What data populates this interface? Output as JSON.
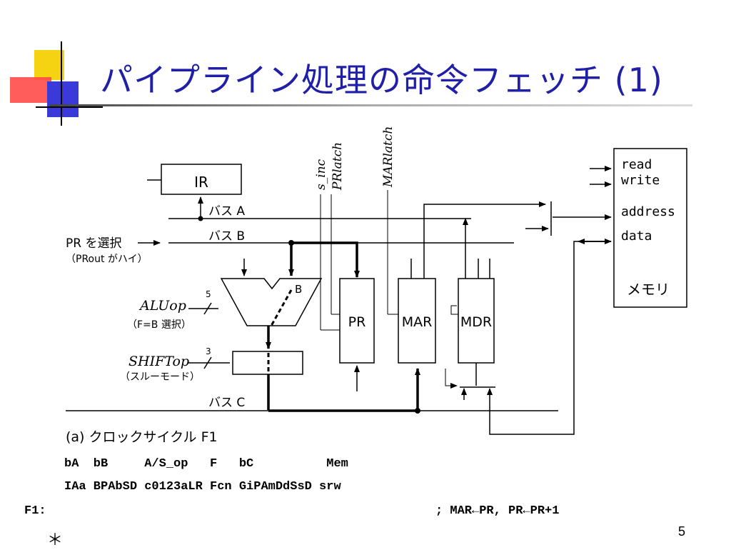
{
  "slide": {
    "title": "パイプライン処理の命令フェッチ (1)",
    "page_number": "5",
    "asterisk": "＊"
  },
  "diagram": {
    "registers": {
      "ir": "IR",
      "pr": "PR",
      "mar": "MAR",
      "mdr": "MDR"
    },
    "buses": {
      "a": "バス A",
      "b": "バス B",
      "c": "バス C"
    },
    "control_signals": {
      "s_inc": "s_inc",
      "prlatch": "PRlatch",
      "marlatch": "MARlatch"
    },
    "pr_select": "PR を選択",
    "pr_select_note": "（PRout がハイ）",
    "alu_op": "ALUop",
    "alu_op_width": "5",
    "alu_note": "（F=B 選択）",
    "alu_b_port": "B",
    "shift_op": "SHIFTop",
    "shift_op_width": "3",
    "shift_note": "（スルーモード）",
    "memory": {
      "read": "read",
      "write": "write",
      "address": "address",
      "data": "data",
      "label": "メモリ"
    },
    "caption": "(a) クロックサイクル F1"
  },
  "code_table": {
    "header": "bA  bB     A/S_op   F   bC          Mem",
    "fields": "IAa BPAbSD c0123aLR Fcn GiPAmDdSsD srw",
    "row_label": "F1:",
    "comment": "; MAR←PR, PR←PR+1"
  }
}
